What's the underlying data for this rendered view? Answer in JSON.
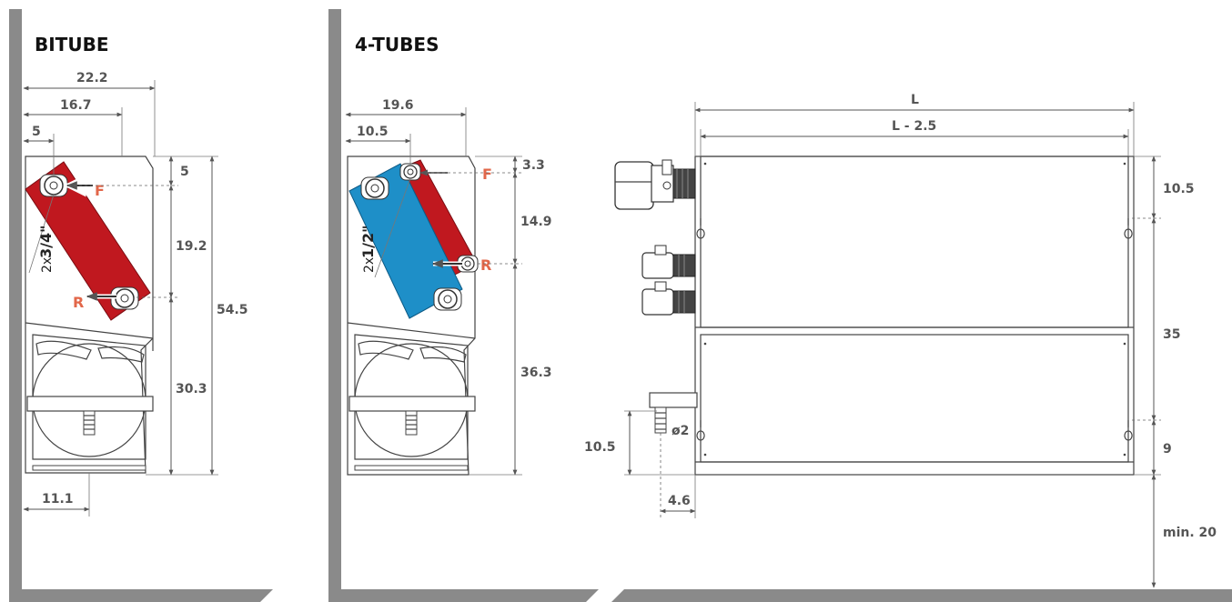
{
  "titles": {
    "bitube": "BITUBE",
    "four_tubes": "4-TUBES"
  },
  "bitube": {
    "width_total": "22.2",
    "width_pipe": "16.7",
    "width_left": "5",
    "top_offset": "5",
    "pipe_spacing": "19.2",
    "lower_height": "30.3",
    "height_total": "54.5",
    "base_offset": "11.1",
    "pipe_size_prefix": "2x",
    "pipe_size": "3/4\"",
    "flow_label": "F",
    "return_label": "R"
  },
  "four_tubes": {
    "width_total": "19.6",
    "width_pipe": "10.5",
    "top_offset": "3.3",
    "pipe_spacing": "14.9",
    "lower_height": "36.3",
    "pipe_size_prefix": "2x",
    "pipe_size": "1/2\"",
    "flow_label": "F",
    "return_label": "R"
  },
  "front": {
    "length": "L",
    "inner_length": "L - 2.5",
    "top_offset": "10.5",
    "mount_spacing": "35",
    "bottom_offset": "9",
    "floor_clearance": "min. 20",
    "drain_height": "10.5",
    "drain_offset": "4.6",
    "drain_diameter": "ø2"
  },
  "colors": {
    "wall": "#8a8a8a",
    "red_coil": "#c0181f",
    "blue_coil": "#1e8fc8",
    "accent_label": "#e2674a",
    "dim_text": "#555555"
  }
}
